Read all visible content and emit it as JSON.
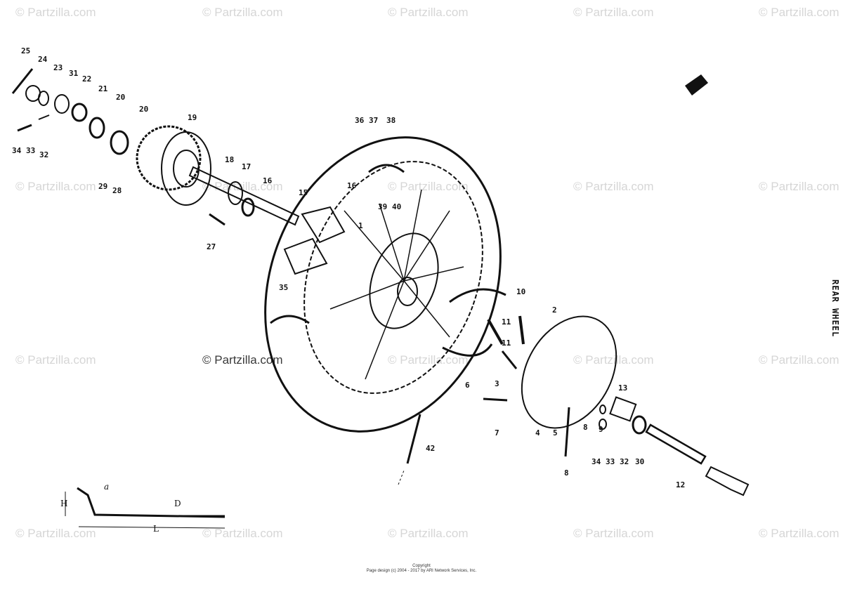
{
  "watermark": "© Partzilla.com",
  "watermark_center": "© Partzilla.com",
  "side_title": "REAR WHEEL",
  "footer": {
    "line1": "Copyright",
    "line2": "Page design (c) 2004 - 2017 by ARI Network Services, Inc."
  },
  "dimension_labels": {
    "a": "a",
    "H": "H",
    "D": "D",
    "L": "L"
  },
  "part_numbers": [
    "25",
    "24",
    "23",
    "31",
    "22",
    "21",
    "20",
    "20",
    "19",
    "34",
    "33",
    "32",
    "29",
    "28",
    "18",
    "17",
    "16",
    "15",
    "27",
    "36",
    "37",
    "38",
    "16",
    "39",
    "40",
    "1",
    "35",
    "10",
    "2",
    "11",
    "11",
    "6",
    "3",
    "7",
    "4",
    "5",
    "8",
    "9",
    "13",
    "34",
    "33",
    "32",
    "30",
    "12",
    "42",
    "8"
  ]
}
